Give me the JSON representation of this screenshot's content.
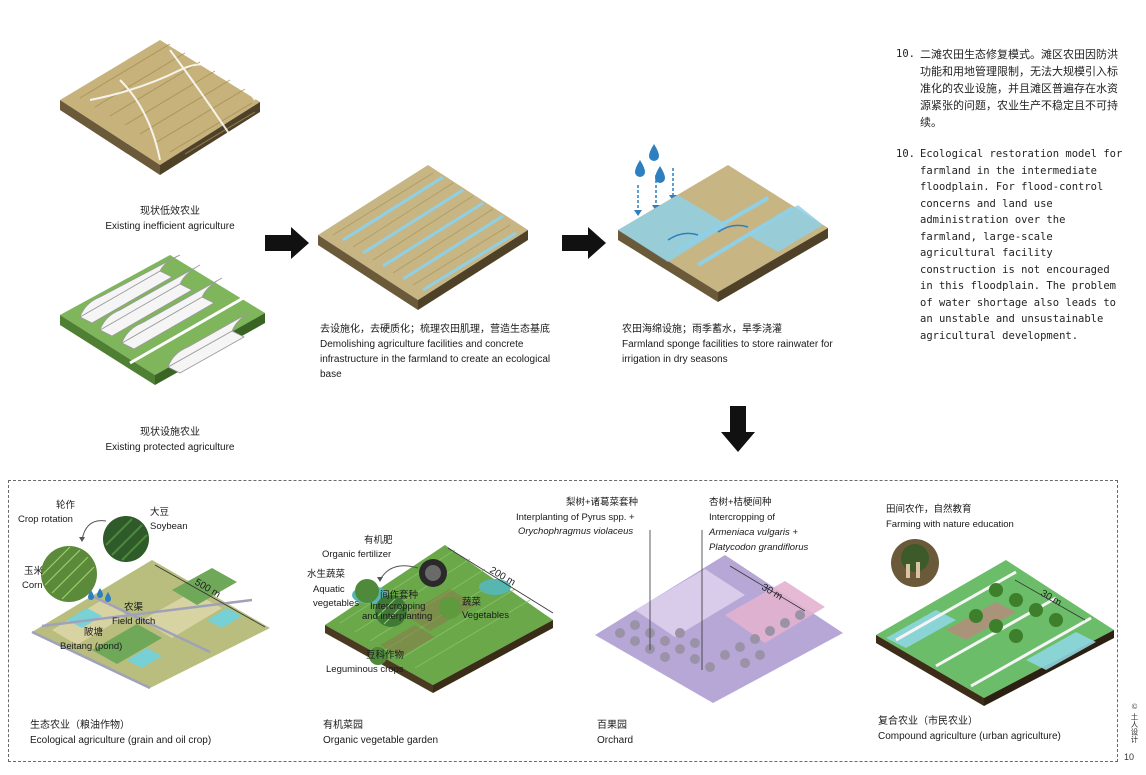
{
  "diagram": {
    "step1": {
      "zh": "现状低效农业",
      "en": "Existing inefficient agriculture"
    },
    "step1b": {
      "zh": "现状设施农业",
      "en": "Existing protected agriculture"
    },
    "step2": {
      "zh": "去设施化，去硬质化；梳理农田肌理，营造生态基底",
      "en": "Demolishing agriculture facilities and concrete infrastructure in the farmland to create an ecological base"
    },
    "step3": {
      "zh": "农田海绵设施；雨季蓄水，旱季浇灌",
      "en": "Farmland sponge facilities to store rainwater for irrigation in dry seasons"
    }
  },
  "notes": {
    "zh_number": "10.",
    "zh_text": "二滩农田生态修复模式。滩区农田因防洪功能和用地管理限制，无法大规模引入标准化的农业设施，并且滩区普遍存在水资源紧张的问题，农业生产不稳定且不可持续。",
    "en_number": "10.",
    "en_text": "Ecological restoration model for farmland in the intermediate floodplain. For flood-control concerns and land use administration over the farmland, large-scale agricultural facility construction is not encouraged in this floodplain. The problem of water shortage also leads to an unstable and unsustainable agricultural development."
  },
  "panels": {
    "eco": {
      "title_zh": "生态农业（粮油作物）",
      "title_en": "Ecological agriculture (grain and oil crop)",
      "rotation_zh": "轮作",
      "rotation_en": "Crop rotation",
      "soy_zh": "大豆",
      "soy_en": "Soybean",
      "corn_zh": "玉米",
      "corn_en": "Corn",
      "ditch_zh": "农渠",
      "ditch_en": "Field ditch",
      "pond_zh": "陂塘",
      "pond_en": "Beitang (pond)",
      "dim": "500 m"
    },
    "veg": {
      "title_zh": "有机菜园",
      "title_en": "Organic vegetable garden",
      "fert_zh": "有机肥",
      "fert_en": "Organic fertilizer",
      "aqua_zh": "水生蔬菜",
      "aqua_en1": "Aquatic",
      "aqua_en2": "vegetables",
      "inter_zh": "间作套种",
      "inter_en1": "Intercropping",
      "inter_en2": "and interplanting",
      "vege_zh": "蔬菜",
      "vege_en": "Vegetables",
      "legume_zh": "豆科作物",
      "legume_en": "Leguminous crops",
      "dim": "200 m"
    },
    "orchard": {
      "title_zh": "百果园",
      "title_en": "Orchard",
      "a_zh": "梨树+诸葛菜套种",
      "a_en1": "Interplanting of Pyrus spp. +",
      "a_en2": "Orychophragmus violaceus",
      "b_zh": "杏树+桔梗间种",
      "b_en1": "Intercropping of",
      "b_en2": "Armeniaca vulgaris +",
      "b_en3": "Platycodon grandiflorus",
      "dim": "30 m"
    },
    "compound": {
      "title_zh": "复合农业（市民农业）",
      "title_en": "Compound agriculture (urban agriculture)",
      "edu_zh": "田间农作，自然教育",
      "edu_en": "Farming with nature education",
      "dim": "30 m"
    }
  },
  "page": {
    "credit": "© 土人设计",
    "number": "10"
  },
  "colors": {
    "field": "#cbb98a",
    "water": "#8fd0e6",
    "green": "#5fa04a",
    "greenhouse": "#7fb55b",
    "arrow": "#111111"
  }
}
